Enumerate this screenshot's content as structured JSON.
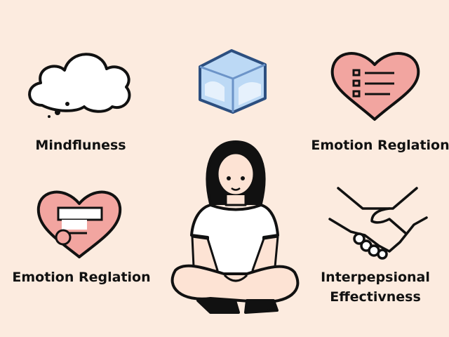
{
  "labels": {
    "top_left": "Mindfluness",
    "top_right": "Emotion Reglation",
    "bottom_left": "Emotion Reglation",
    "bottom_right_line1": "Interpepsional",
    "bottom_right_line2": "Effectivness"
  },
  "icons": {
    "top_left": "thought-cloud-icon",
    "top_center": "ice-cube-icon",
    "top_right": "heart-list-icon",
    "bottom_left": "heart-note-icon",
    "bottom_right": "handshake-icon",
    "center": "seated-person-illustration"
  },
  "colors": {
    "background": "#fcebdf",
    "heart": "#f2a5a0",
    "ice": "#bcd9f5",
    "ink": "#111111"
  }
}
